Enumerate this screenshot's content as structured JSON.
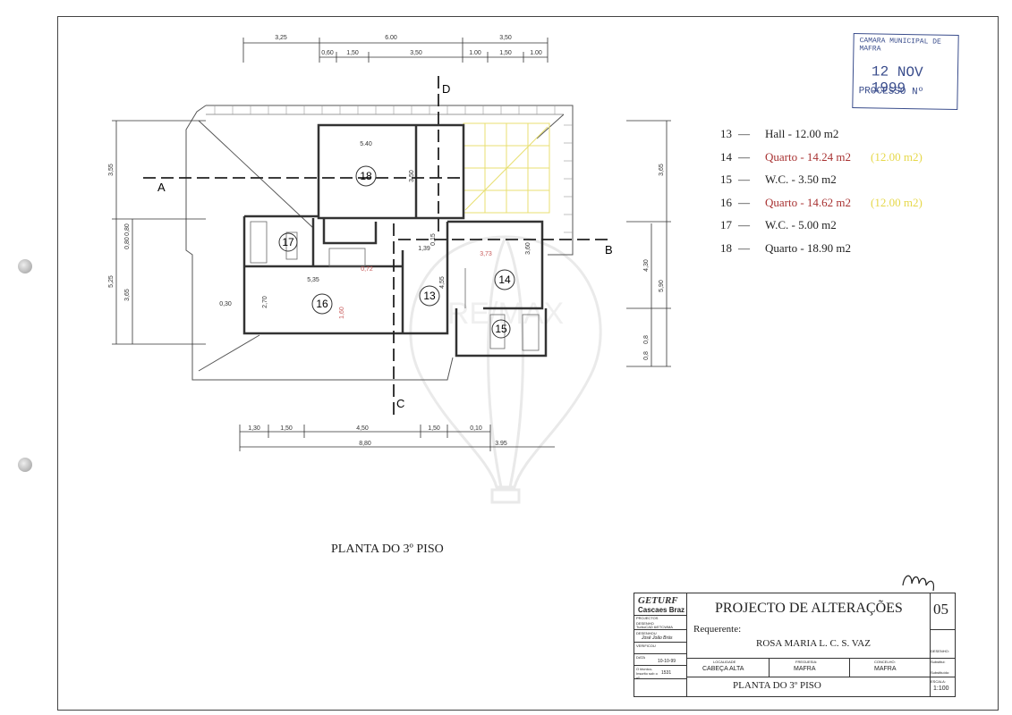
{
  "plan": {
    "sections": {
      "a": "A",
      "b": "B",
      "c": "C",
      "d": "D"
    },
    "rooms": [
      "18",
      "17",
      "16",
      "13",
      "14",
      "15"
    ],
    "dims_top_total": [
      "3,25",
      "6.00",
      "3,50"
    ],
    "dims_top_detail": [
      "0,60",
      "1,50",
      "3,50",
      "1.00",
      "1,50",
      "1.00"
    ],
    "dims_bottom_detail": [
      "1,30",
      "1,50",
      "4,50",
      "1,50",
      "0,10"
    ],
    "dims_bottom_total": [
      "8,80",
      "3.95"
    ],
    "dims_left": [
      "3,55",
      "0,80",
      "0,80",
      "5,25",
      "3,65",
      "0,30"
    ],
    "dims_right": [
      "3,65",
      "4,30",
      "5,90",
      "0,8",
      "0,8"
    ],
    "dims_inner": [
      "5.40",
      "3,50",
      "5,35",
      "2,70",
      "1,60",
      "0,72",
      "1,39",
      "0,15",
      "4,55",
      "3,73",
      "3,60"
    ]
  },
  "legend": [
    {
      "num": "13",
      "text": "Hall - 12.00 m2",
      "color": "#222",
      "alt": ""
    },
    {
      "num": "14",
      "text": "Quarto - 14.24 m2",
      "color": "#a83232",
      "alt": "(12.00 m2)"
    },
    {
      "num": "15",
      "text": "W.C. - 3.50 m2",
      "color": "#222",
      "alt": ""
    },
    {
      "num": "16",
      "text": "Quarto - 14.62 m2",
      "color": "#a83232",
      "alt": "(12.00 m2)"
    },
    {
      "num": "17",
      "text": "W.C. - 5.00 m2",
      "color": "#222",
      "alt": ""
    },
    {
      "num": "18",
      "text": "Quarto - 18.90 m2",
      "color": "#222",
      "alt": ""
    }
  ],
  "stamp": {
    "line1": "CAMARA MUNICIPAL DE MAFRA",
    "line2": "12 NOV 1999",
    "line3": "PROCESSO Nº"
  },
  "plan_title": "PLANTA DO 3º PISO",
  "title_block": {
    "company": "GETURF",
    "company_sub": "Cascaes Braz",
    "project_label": "PROJECTOS",
    "drawing_label": "DESENHO",
    "drawing_value": "TurboCAD 6/ETCWMA",
    "designed_label": "DESENHOU",
    "designer": "José João Brás",
    "checked_label": "VERIFICOU",
    "date_label": "DATA",
    "date": "10-10-99",
    "file_label": "O técnico-Inscrito sob o nº",
    "file_number": "1531",
    "title": "PROJECTO DE ALTERAÇÕES",
    "sheet_number": "05",
    "requester_label": "Requerente:",
    "requester": "ROSA MARIA L. C. S. VAZ",
    "drawing_label2": "DESENHO:",
    "locality_label": "LOCALIDADE",
    "locality": "CABEÇA ALTA",
    "parish_label": "FREGUESIA:",
    "parish": "MAFRA",
    "council_label": "CONCELHO:",
    "council": "MAFRA",
    "replaced_label": "Substitui:",
    "replaces_label": "Substituído:",
    "sheet_title": "PLANTA DO 3º PISO",
    "scale_label": "ESCALA:",
    "scale": "1:100"
  },
  "watermark": "RE/MAX"
}
